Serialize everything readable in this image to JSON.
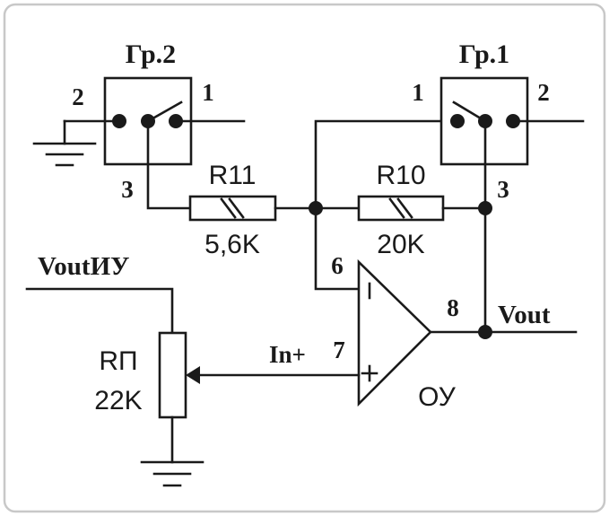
{
  "switch_gr2": {
    "label": "Гр.2",
    "pin_left": "2",
    "pin_right": "1",
    "pin_bottom": "3"
  },
  "switch_gr1": {
    "label": "Гр.1",
    "pin_left": "1",
    "pin_right": "2",
    "pin_bottom": "3"
  },
  "resistor_r11": {
    "name": "R11",
    "value": "5,6K"
  },
  "resistor_r10": {
    "name": "R10",
    "value": "20K"
  },
  "potentiometer": {
    "name": "RП",
    "value": "22K"
  },
  "opamp": {
    "name": "ОУ",
    "pin_inv": "6",
    "pin_out": "8",
    "pin_noninv": "7",
    "minus_sign": "I",
    "plus_sign": "+"
  },
  "nets": {
    "input": "VoutИУ",
    "noninv_input": "In+",
    "output": "Vout"
  },
  "colors": {
    "frame": "#c8c8c8",
    "ink": "#1a1a1a",
    "background": "#ffffff"
  }
}
